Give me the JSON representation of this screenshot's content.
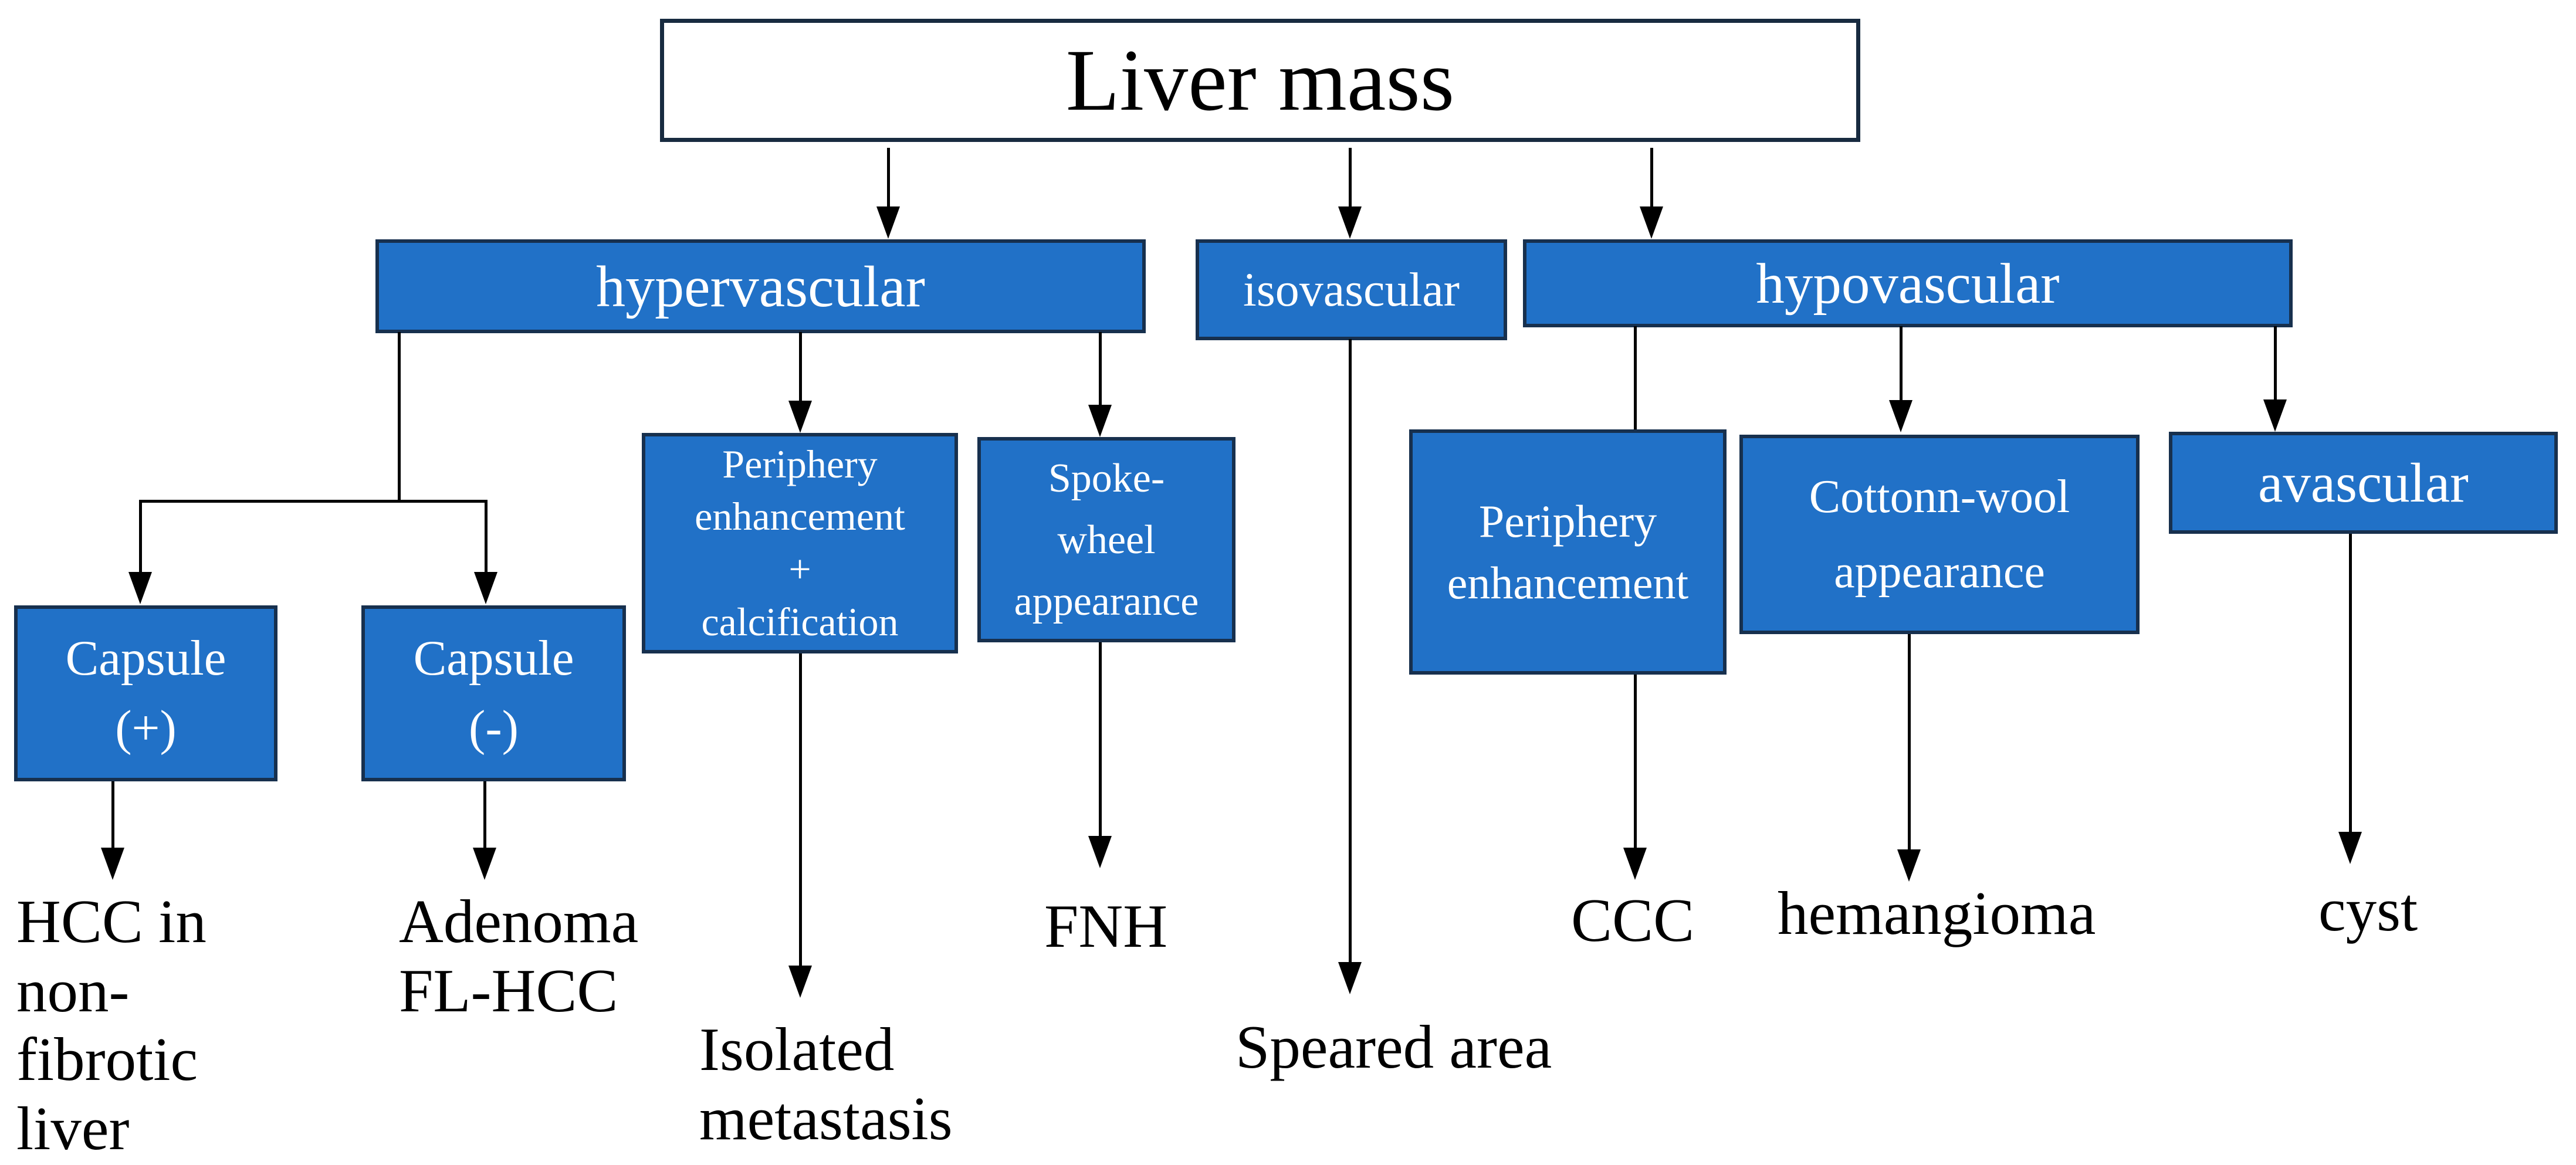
{
  "colors": {
    "canvas_bg": "#FFFFFF",
    "box_fill": "#2171C7",
    "box_border": "#17304E",
    "box_text": "#FFFFFF",
    "title_fill": "#FFFFFF",
    "title_border": "#182B40",
    "label_text": "#000000",
    "line": "#000000"
  },
  "diagram": {
    "title": "Liver mass",
    "nodes": {
      "hypervascular": "hypervascular",
      "isovascular": "isovascular",
      "hypovascular": "hypovascular",
      "capsule_positive": "Capsule\n(+)",
      "capsule_negative": "Capsule\n(-)",
      "periphery_enhancement_calcification": "Periphery\nenhancement\n+\ncalcification",
      "spoke_wheel_appearance": "Spoke-\nwheel\nappearance",
      "periphery_enhancement": "Periphery\nenhancement",
      "cotton_wool_appearance": "Cottonn-wool\nappearance",
      "avascular": "avascular"
    },
    "outcomes": {
      "hcc_non_fibrotic": "HCC in\nnon-\nfibrotic\nliver",
      "adenoma_fl_hcc": "Adenoma\nFL-HCC",
      "isolated_metastasis": "Isolated\nmetastasis",
      "fnh": "FNH",
      "speared_area": "Speared area",
      "ccc": "CCC",
      "hemangioma": "hemangioma",
      "cyst": "cyst"
    },
    "edges": [
      {
        "from": "liver_mass",
        "to": "hypervascular"
      },
      {
        "from": "liver_mass",
        "to": "isovascular"
      },
      {
        "from": "liver_mass",
        "to": "hypovascular"
      },
      {
        "from": "hypervascular",
        "to": "capsule_positive"
      },
      {
        "from": "hypervascular",
        "to": "capsule_negative"
      },
      {
        "from": "hypervascular",
        "to": "periphery_enhancement_calcification"
      },
      {
        "from": "hypervascular",
        "to": "spoke_wheel_appearance"
      },
      {
        "from": "capsule_positive",
        "to": "hcc_non_fibrotic"
      },
      {
        "from": "capsule_negative",
        "to": "adenoma_fl_hcc"
      },
      {
        "from": "periphery_enhancement_calcification",
        "to": "isolated_metastasis"
      },
      {
        "from": "spoke_wheel_appearance",
        "to": "fnh"
      },
      {
        "from": "isovascular",
        "to": "speared_area"
      },
      {
        "from": "hypovascular",
        "to": "periphery_enhancement"
      },
      {
        "from": "hypovascular",
        "to": "cotton_wool_appearance"
      },
      {
        "from": "hypovascular",
        "to": "avascular"
      },
      {
        "from": "periphery_enhancement",
        "to": "ccc"
      },
      {
        "from": "cotton_wool_appearance",
        "to": "hemangioma"
      },
      {
        "from": "avascular",
        "to": "cyst"
      }
    ]
  }
}
